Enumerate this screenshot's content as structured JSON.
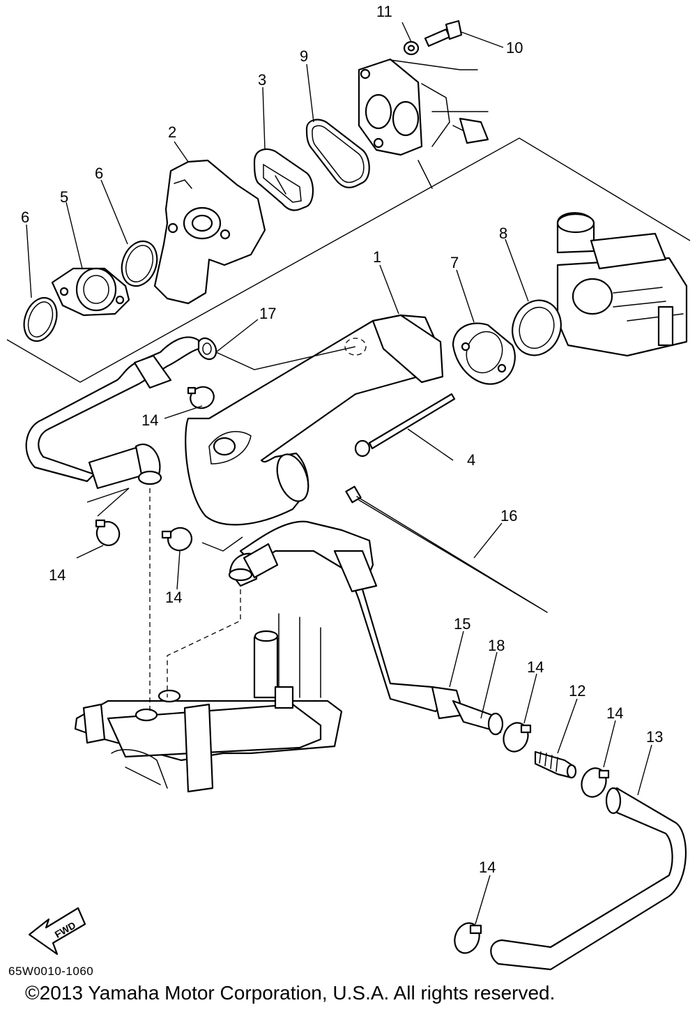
{
  "diagram": {
    "callouts": [
      {
        "id": "c11",
        "label": "11"
      },
      {
        "id": "c10",
        "label": "10"
      },
      {
        "id": "c9",
        "label": "9"
      },
      {
        "id": "c3",
        "label": "3"
      },
      {
        "id": "c2",
        "label": "2"
      },
      {
        "id": "c6a",
        "label": "6"
      },
      {
        "id": "c6b",
        "label": "6"
      },
      {
        "id": "c5",
        "label": "5"
      },
      {
        "id": "c8",
        "label": "8"
      },
      {
        "id": "c1",
        "label": "1"
      },
      {
        "id": "c7",
        "label": "7"
      },
      {
        "id": "c17",
        "label": "17"
      },
      {
        "id": "c14a",
        "label": "14"
      },
      {
        "id": "c4",
        "label": "4"
      },
      {
        "id": "c16",
        "label": "16"
      },
      {
        "id": "c14b",
        "label": "14"
      },
      {
        "id": "c14c",
        "label": "14"
      },
      {
        "id": "c15",
        "label": "15"
      },
      {
        "id": "c18",
        "label": "18"
      },
      {
        "id": "c14d",
        "label": "14"
      },
      {
        "id": "c12",
        "label": "12"
      },
      {
        "id": "c14e",
        "label": "14"
      },
      {
        "id": "c13",
        "label": "13"
      },
      {
        "id": "c14f",
        "label": "14"
      }
    ],
    "fwd_label": "FWD",
    "diagram_code": "65W0010-1060",
    "copyright": "©2013 Yamaha Motor Corporation, U.S.A. All rights reserved."
  }
}
